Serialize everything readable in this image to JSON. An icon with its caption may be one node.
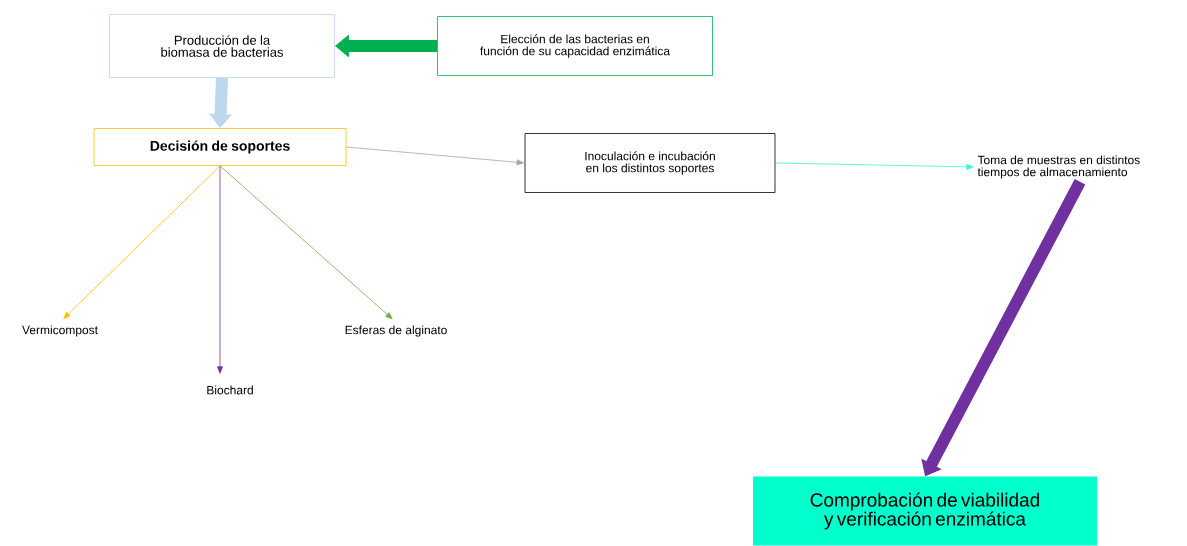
{
  "diagram": {
    "nodes": [
      {
        "text": [
          "Producción de la biomasa de bacterias"
        ]
      },
      {
        "text": [
          "Elección de las bacterias en función de su capacidad enzimática"
        ]
      },
      {
        "text": [
          "**Decisión de soportes**"
        ]
      },
      {
        "text": [
          "Inoculación e incubación en los distintos soportes"
        ]
      },
      {
        "text": [
          "Toma de muestras en distintos tiempos de almacenamiento"
        ]
      },
      {
        "text": [
          "Vermicompost"
        ]
      },
      {
        "text": [
          "Biochard"
        ]
      },
      {
        "text": [
          "Esferas de alginato"
        ]
      },
      {
        "text": [
          "Comprobación de viabilidad y verificación enzimática"
        ]
      }
    ],
    "edges": [
      {
        "from": 1,
        "to": 0,
        "arrow": "to",
        "style": "thick",
        "color": "#00b050"
      },
      {
        "from": 0,
        "to": 2,
        "arrow": "to",
        "style": "thick",
        "color": "#bdd7ee"
      },
      {
        "from": 2,
        "to": 3,
        "arrow": "to",
        "color": "#a6a6a6"
      },
      {
        "from": 3,
        "to": 4,
        "arrow": "to",
        "color": "#33ffcc"
      },
      {
        "from": 2,
        "to": 5,
        "arrow": "to",
        "color": "#ffc000"
      },
      {
        "from": 2,
        "to": 6,
        "arrow": "to",
        "color": "#7030a0"
      },
      {
        "from": 2,
        "to": 7,
        "arrow": "to",
        "color": "#70ad47"
      },
      {
        "from": 4,
        "to": 8,
        "arrow": "to",
        "style": "thick",
        "color": "#7030a0"
      }
    ]
  }
}
